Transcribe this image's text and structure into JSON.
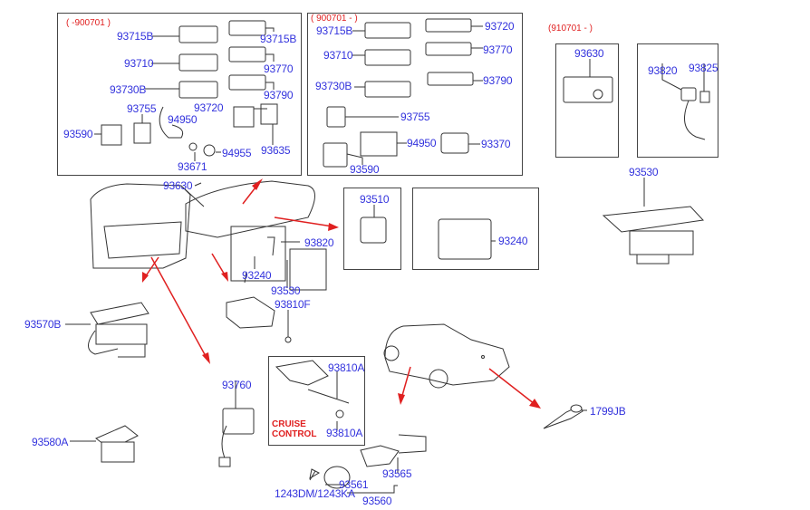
{
  "diagram": {
    "type": "exploded parts diagram - switches",
    "colors": {
      "label": "#3333dd",
      "note": "#e02020",
      "line": "#333333"
    }
  },
  "box_early": {
    "date_range": "( -900701 )",
    "labels": {
      "p93715B_a": "93715B",
      "p93715B_b": "93715B",
      "p93710": "93710",
      "p93770": "93770",
      "p93730B": "93730B",
      "p93790": "93790",
      "p93755": "93755",
      "p93720": "93720",
      "p94950": "94950",
      "p93590": "93590",
      "p94955": "94955",
      "p93635": "93635",
      "p93671": "93671"
    }
  },
  "box_mid": {
    "date_range": "( 900701 - )",
    "labels": {
      "p93715B": "93715B",
      "p93720": "93720",
      "p93710": "93710",
      "p93770": "93770",
      "p93730B": "93730B",
      "p93790": "93790",
      "p93755": "93755",
      "p94950": "94950",
      "p93370": "93370",
      "p93590": "93590"
    }
  },
  "box_late": {
    "date_range": "(910701 - )",
    "labels": {
      "p93630": "93630",
      "p93820": "93820",
      "p93825": "93825"
    }
  },
  "main": {
    "labels": {
      "p93630": "93630",
      "p93820": "93820",
      "p93240": "93240",
      "p93530": "93530",
      "p93810F": "93810F",
      "p93510": "93510",
      "p93240_box": "93240",
      "p93530_r": "93530",
      "p93570B": "93570B",
      "p93580A": "93580A",
      "p93760": "93760",
      "p93810A_a": "93810A",
      "p93810A_b": "93810A",
      "cruise": "CRUISE",
      "control": "CONTROL",
      "p93561": "93561",
      "p93565": "93565",
      "p1243": "1243DM/1243KA",
      "p93560": "93560",
      "p1799JB": "1799JB"
    }
  }
}
